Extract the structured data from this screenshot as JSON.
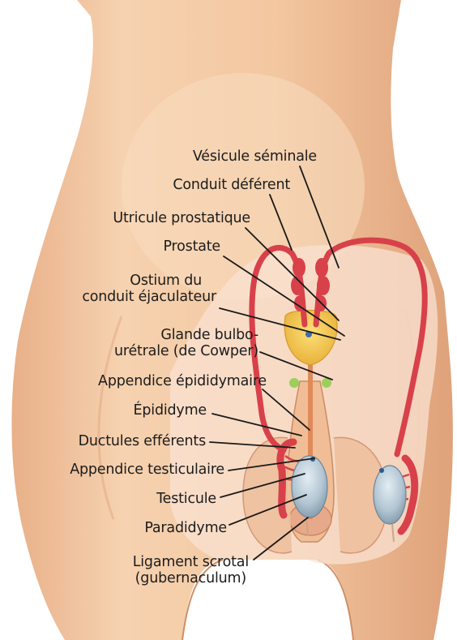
{
  "labels": {
    "vesicule": "Vésicule séminale",
    "conduit_deferent": "Conduit déférent",
    "utricule": "Utricule prostatique",
    "prostate": "Prostate",
    "ostium_line1": "Ostium du",
    "ostium_line2": "conduit éjaculateur",
    "glande_line1": "Glande bulbo-",
    "glande_line2": "urétrale (de Cowper)",
    "appendice_epididymaire": "Appendice épididymaire",
    "epididyme": "Épididyme",
    "ductules": "Ductules efférents",
    "appendice_testiculaire": "Appendice testiculaire",
    "testicule": "Testicule",
    "paradidyme": "Paradidyme",
    "ligament_line1": "Ligament scrotal",
    "ligament_line2": "(gubernaculum)"
  },
  "colors": {
    "skin": "#f2c49c",
    "skin_shadow": "#e3a47a",
    "duct_red": "#d8414a",
    "prostate_yellow": "#f4c64a",
    "gland_green": "#9ccf5a",
    "testis_blue": "#b7c9d6",
    "leader_line": "#1a1a1a"
  }
}
